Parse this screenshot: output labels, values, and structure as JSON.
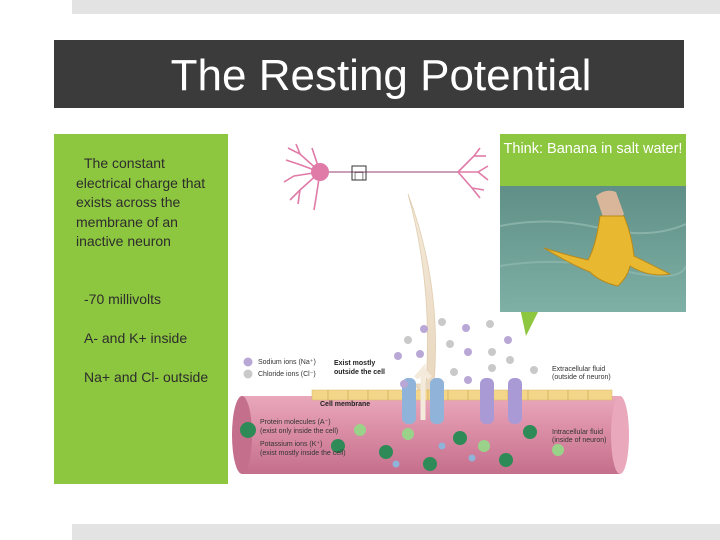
{
  "slide": {
    "title": "The Resting Potential",
    "bullets": [
      "The constant electrical charge that exists across the membrane of an inactive neuron",
      "-70 millivolts",
      "A- and K+ inside",
      "Na+ and Cl- outside"
    ]
  },
  "callout": {
    "text": "Think: Banana in salt water!"
  },
  "diagram": {
    "legend": {
      "sodium": "Sodium ions (Na⁺)",
      "chloride": "Chloride ions (Cl⁻)",
      "exist_outside_1": "Exist mostly",
      "exist_outside_2": "outside the cell",
      "protein": "Protein molecules (A⁻)",
      "protein_note": "(exist only inside the cell)",
      "potassium": "Potassium ions (K⁺)",
      "potassium_note": "(exist mostly inside the cell)"
    },
    "labels": {
      "membrane": "Cell membrane",
      "extracellular_1": "Extracellular fluid",
      "extracellular_2": "(outside of neuron)",
      "intracellular_1": "Intracellular fluid",
      "intracellular_2": "(inside of neuron)"
    },
    "glyph_box": "□",
    "colors": {
      "panel_green": "#8dc63f",
      "title_band": "#3b3b3b",
      "axon_pink": "#d98aa3",
      "neuron_pink": "#e07aa6"
    }
  }
}
